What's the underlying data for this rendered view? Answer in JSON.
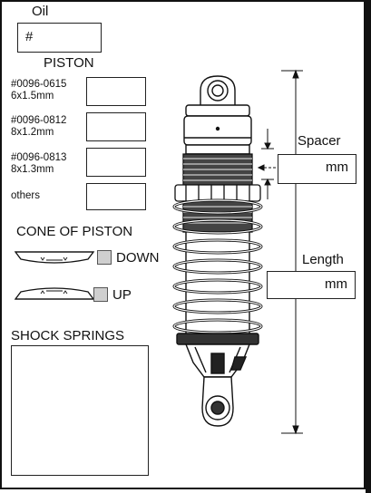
{
  "oil": {
    "label": "Oil",
    "value": "#"
  },
  "piston": {
    "title": "PISTON",
    "options": [
      {
        "code": "#0096-0615",
        "size": "6x1.5mm"
      },
      {
        "code": "#0096-0812",
        "size": "8x1.2mm"
      },
      {
        "code": "#0096-0813",
        "size": "8x1.3mm"
      },
      {
        "code": "others",
        "size": ""
      }
    ]
  },
  "cone": {
    "title": "CONE OF PISTON",
    "down_label": "DOWN",
    "up_label": "UP"
  },
  "springs": {
    "title": "SHOCK SPRINGS"
  },
  "spacer": {
    "label": "Spacer",
    "unit": "mm"
  },
  "length": {
    "label": "Length",
    "unit": "mm"
  },
  "colors": {
    "line": "#111111",
    "check_fill": "#cfcfcf"
  }
}
